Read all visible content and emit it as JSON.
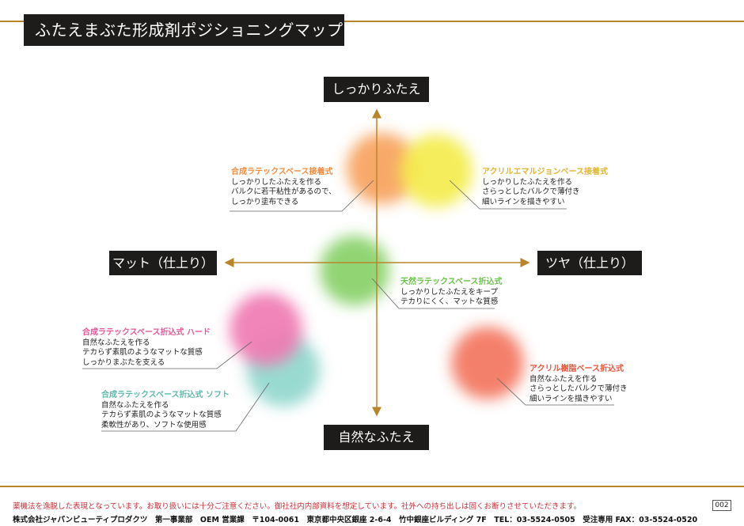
{
  "title": "ふたえまぶた形成剤ポジショニングマップ",
  "axes": {
    "top": "しっかりふたえ",
    "bottom": "自然なふたえ",
    "left": "マット（仕上り）",
    "right": "ツヤ（仕上り）"
  },
  "items": [
    {
      "heading": "合成ラテックスベース接着式",
      "lines": [
        "しっかりしたふたえを作る",
        "バルクに若干粘性があるので、",
        "しっかり塗布できる"
      ],
      "color": "#f28c3c"
    },
    {
      "heading": "アクリルエマルジョンベース接着式",
      "lines": [
        "しっかりしたふたえを作る",
        "さらっとしたバルクで薄付き",
        "細いラインを描きやすい"
      ],
      "color": "#ecd23a"
    },
    {
      "heading": "天然ラテックスベース折込式",
      "lines": [
        "しっかりしたふたえをキープ",
        "テカりにくく、マットな質感"
      ],
      "color": "#6cc14a"
    },
    {
      "heading": "合成ラテックスベース折込式 ハード",
      "lines": [
        "自然なふたえを作る",
        "テカらず素肌のようなマットな質感",
        "しっかりまぶたを支える"
      ],
      "color": "#e8559a"
    },
    {
      "heading": "合成ラテックスベース折込式 ソフト",
      "lines": [
        "自然なふたえを作る",
        "テカらず素肌のようなマットな質感",
        "柔軟性があり、ソフトな使用感"
      ],
      "color": "#5fb8ad"
    },
    {
      "heading": "アクリル樹脂ベース折込式",
      "lines": [
        "自然なふたえを作る",
        "さらっとしたバルクで薄付き",
        "細いラインを描きやすい"
      ],
      "color": "#e8553a"
    }
  ],
  "footer": {
    "notice": "薬機法を逸脱した表現となっています。お取り扱いには十分ご注意ください。御社社内内部資料を想定しています。社外への持ち出しは固くお断りさせていただきます。",
    "company": "株式会社ジャパンビューティプロダクツ　第一事業部　OEM 営業課　〒104-0061　東京都中央区銀座 2-6-4　竹中銀座ビルディング 7F　TEL：03-5524-0505　受注専用 FAX：03-5524-0520",
    "page": "002"
  }
}
